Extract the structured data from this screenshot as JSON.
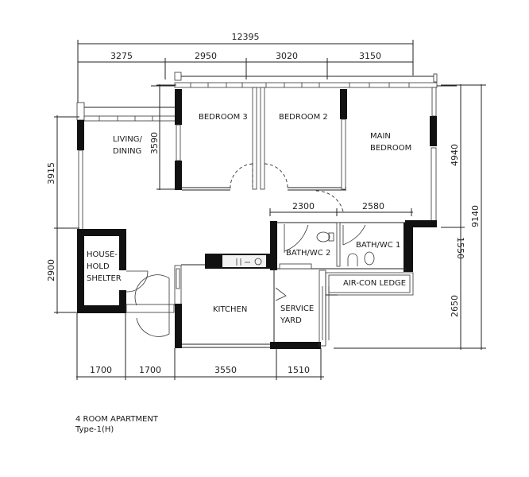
{
  "plan": {
    "title": "4 ROOM APARTMENT",
    "subtitle": "Type-1(H)"
  },
  "dimensions": {
    "top_total": "12395",
    "top_segments": [
      "3275",
      "2950",
      "3020",
      "3150"
    ],
    "bottom_segments": [
      "1700",
      "1700",
      "3550",
      "1510"
    ],
    "left_living": "3915",
    "left_shelter": "2900",
    "bedroom3_height": "3590",
    "bath_widths": [
      "2300",
      "2580"
    ],
    "right_total": "9140",
    "right_segments": [
      "4940",
      "1550",
      "2650"
    ]
  },
  "rooms": {
    "living_dining": [
      "LIVING/",
      "DINING"
    ],
    "bedroom3": "BEDROOM 3",
    "bedroom2": "BEDROOM 2",
    "main_bedroom": [
      "MAIN",
      "BEDROOM"
    ],
    "household_shelter": [
      "HOUSE-",
      "HOLD",
      "SHELTER"
    ],
    "bath_wc2": "BATH/WC 2",
    "bath_wc1": "BATH/WC 1",
    "aircon_ledge": "AIR-CON LEDGE",
    "kitchen": "KITCHEN",
    "service_yard": [
      "SERVICE",
      "YARD"
    ]
  }
}
